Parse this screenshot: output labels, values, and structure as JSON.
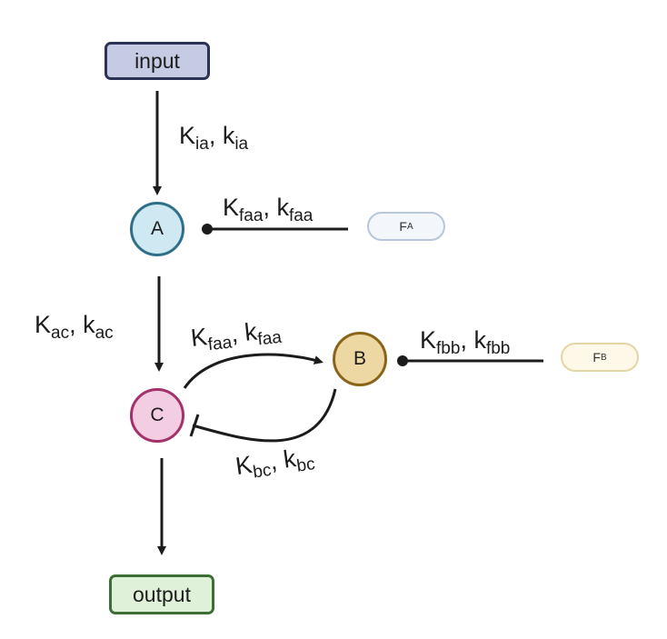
{
  "nodes": {
    "input": "input",
    "output": "output",
    "a": "A",
    "b": "B",
    "c": "C"
  },
  "feeds": {
    "fa": {
      "main": "F",
      "sub": "A"
    },
    "fb": {
      "main": "F",
      "sub": "B"
    }
  },
  "rates": {
    "input_to_a": {
      "K": "K",
      "K_sub": "ia",
      "sep": ", ",
      "k": "k",
      "k_sub": "ia"
    },
    "fa_to_a": {
      "K": "K",
      "K_sub": "faa",
      "sep": ", ",
      "k": "k",
      "k_sub": "faa"
    },
    "a_to_c": {
      "K": "K",
      "K_sub": "ac",
      "sep": ", ",
      "k": "k",
      "k_sub": "ac"
    },
    "c_to_b": {
      "K": "K",
      "K_sub": "faa",
      "sep": ", ",
      "k": "k",
      "k_sub": "faa"
    },
    "fb_to_b": {
      "K": "K",
      "K_sub": "fbb",
      "sep": ", ",
      "k": "k",
      "k_sub": "fbb"
    },
    "b_to_c": {
      "K": "K",
      "K_sub": "bc",
      "sep": ", ",
      "k": "k",
      "k_sub": "bc"
    }
  },
  "colors": {
    "edge": "#1c1c1c"
  }
}
